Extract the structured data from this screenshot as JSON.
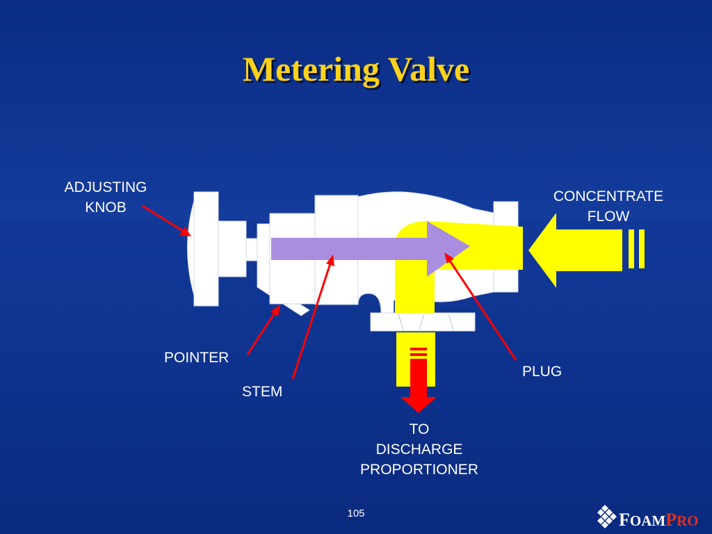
{
  "slide": {
    "title": "Metering Valve",
    "page_number": "105"
  },
  "labels": {
    "adjusting_knob": [
      "ADJUSTING",
      "KNOB"
    ],
    "concentrate_flow": [
      "CONCENTRATE",
      "FLOW"
    ],
    "pointer": "POINTER",
    "stem": "STEM",
    "plug": "PLUG",
    "discharge": [
      "TO",
      "DISCHARGE",
      "PROPORTIONER"
    ]
  },
  "logo": {
    "first": "F",
    "first_rest": "OAM",
    "second": "P",
    "second_rest": "RO"
  },
  "colors": {
    "background": "#0f3592",
    "title": "#ffd21a",
    "valve_body": "#ffffff",
    "flow": "#ffff00",
    "stem": "#a98ee0",
    "pointer_arrows": "#ff0000",
    "discharge_arrow": "#ff0000"
  }
}
